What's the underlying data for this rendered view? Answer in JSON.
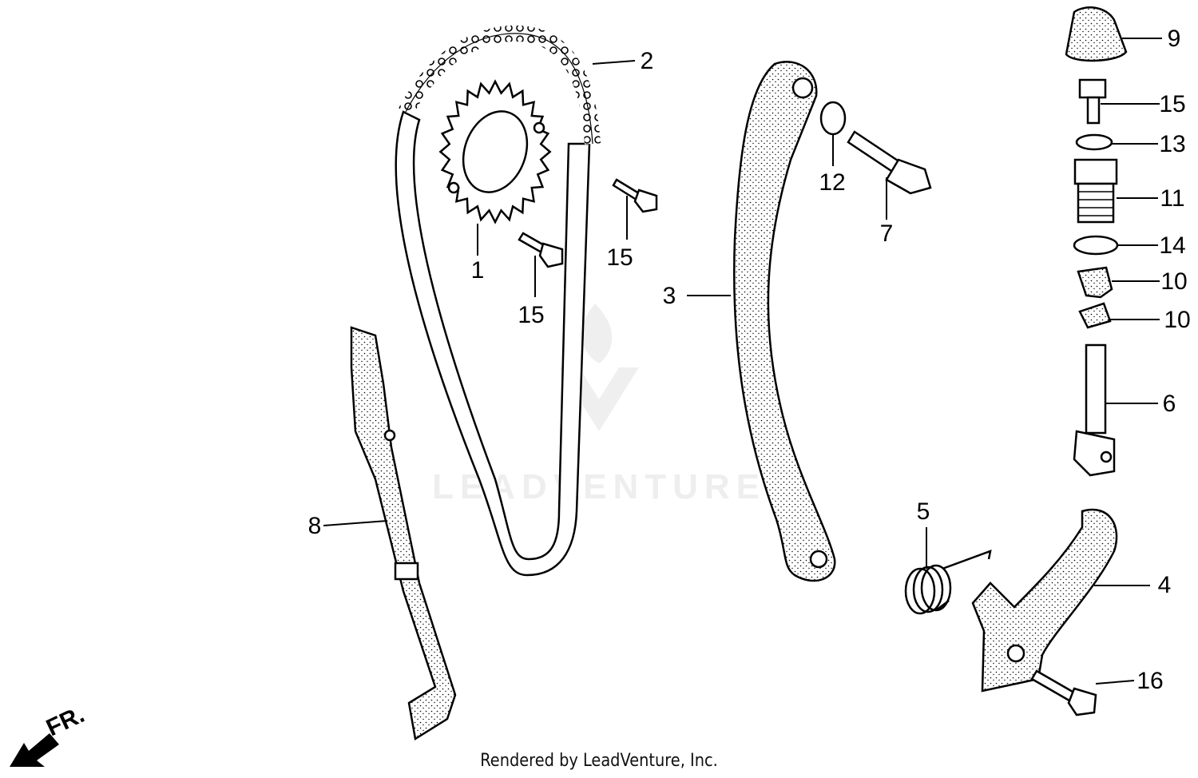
{
  "watermark": "LEADVENTURE",
  "footer": "Rendered by LeadVenture, Inc.",
  "direction_label": "FR.",
  "callouts": [
    {
      "id": "sprocket",
      "text": "1"
    },
    {
      "id": "cam-chain",
      "text": "2"
    },
    {
      "id": "tensioner-slider",
      "text": "3"
    },
    {
      "id": "tensioner-arm",
      "text": "4"
    },
    {
      "id": "spring",
      "text": "5"
    },
    {
      "id": "push-rod",
      "text": "6"
    },
    {
      "id": "pivot-bolt",
      "text": "7"
    },
    {
      "id": "guide-slider",
      "text": "8"
    },
    {
      "id": "cap",
      "text": "9"
    },
    {
      "id": "rubber-upper",
      "text": "10"
    },
    {
      "id": "rubber-lower",
      "text": "10"
    },
    {
      "id": "sealing-bolt",
      "text": "11"
    },
    {
      "id": "washer-12",
      "text": "12"
    },
    {
      "id": "washer-13",
      "text": "13"
    },
    {
      "id": "o-ring",
      "text": "14"
    },
    {
      "id": "bolt-15-a",
      "text": "15"
    },
    {
      "id": "bolt-15-b",
      "text": "15"
    },
    {
      "id": "bolt-15-c",
      "text": "15"
    },
    {
      "id": "bolt-16",
      "text": "16"
    }
  ]
}
